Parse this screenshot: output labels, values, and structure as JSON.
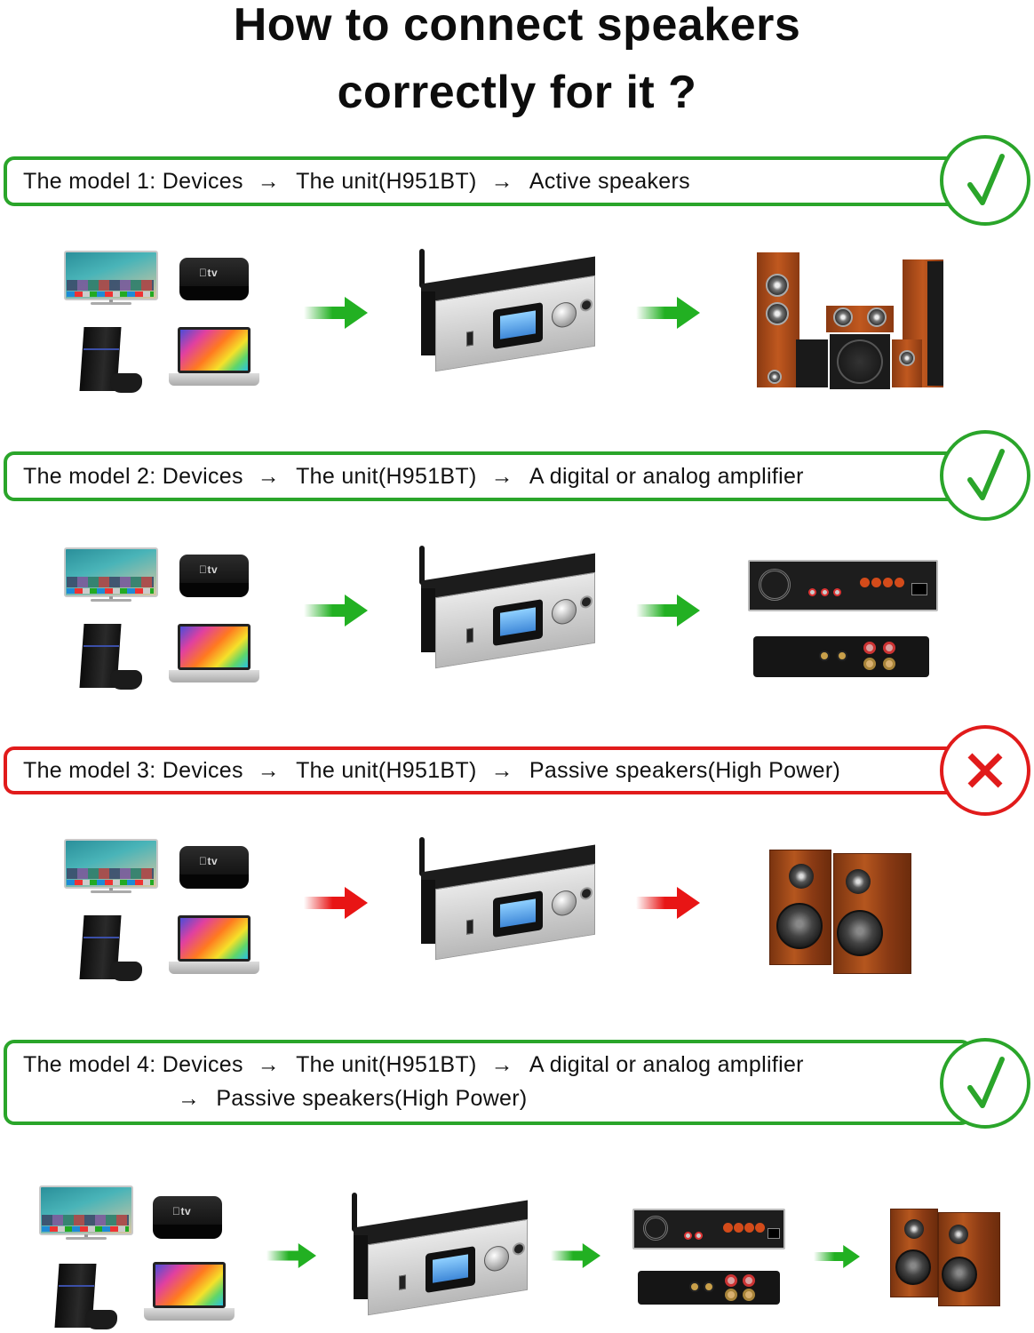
{
  "title": {
    "line1": "How to connect speakers",
    "line2": "correctly for it ?"
  },
  "arrow_glyph": "→",
  "models": [
    {
      "prefix": "The model 1: Devices",
      "unit": "The unit(H951BT)",
      "target": "Active speakers",
      "status": "correct",
      "status_icon": "checkmark-icon",
      "color": "#2aa52a",
      "arrow_color": "#22b022",
      "chain": [
        "Devices (TV, Apple TV, PS4, Laptop)",
        "H951BT unit",
        "Active speakers (5.1 system)"
      ]
    },
    {
      "prefix": "The model 2: Devices",
      "unit": "The unit(H951BT)",
      "target": "A digital or analog amplifier",
      "status": "correct",
      "status_icon": "checkmark-icon",
      "color": "#2aa52a",
      "arrow_color": "#22b022",
      "chain": [
        "Devices (TV, Apple TV, PS4, Laptop)",
        "H951BT unit",
        "Amplifiers"
      ]
    },
    {
      "prefix": "The model 3: Devices",
      "unit": "The unit(H951BT)",
      "target": "Passive speakers(High Power)",
      "status": "incorrect",
      "status_icon": "cross-icon",
      "color": "#e11b1b",
      "arrow_color": "#e81515",
      "chain": [
        "Devices (TV, Apple TV, PS4, Laptop)",
        "H951BT unit",
        "Passive bookshelf speakers"
      ]
    },
    {
      "prefix": "The model 4: Devices",
      "unit": "The unit(H951BT)",
      "target": "A digital or analog amplifier",
      "target2": "Passive speakers(High Power)",
      "status": "correct",
      "status_icon": "checkmark-icon",
      "color": "#2aa52a",
      "arrow_color": "#22b022",
      "chain": [
        "Devices (TV, Apple TV, PS4, Laptop)",
        "H951BT unit",
        "Amplifiers",
        "Passive bookshelf speakers"
      ]
    }
  ],
  "devices": {
    "appletv_logo": "tv"
  }
}
